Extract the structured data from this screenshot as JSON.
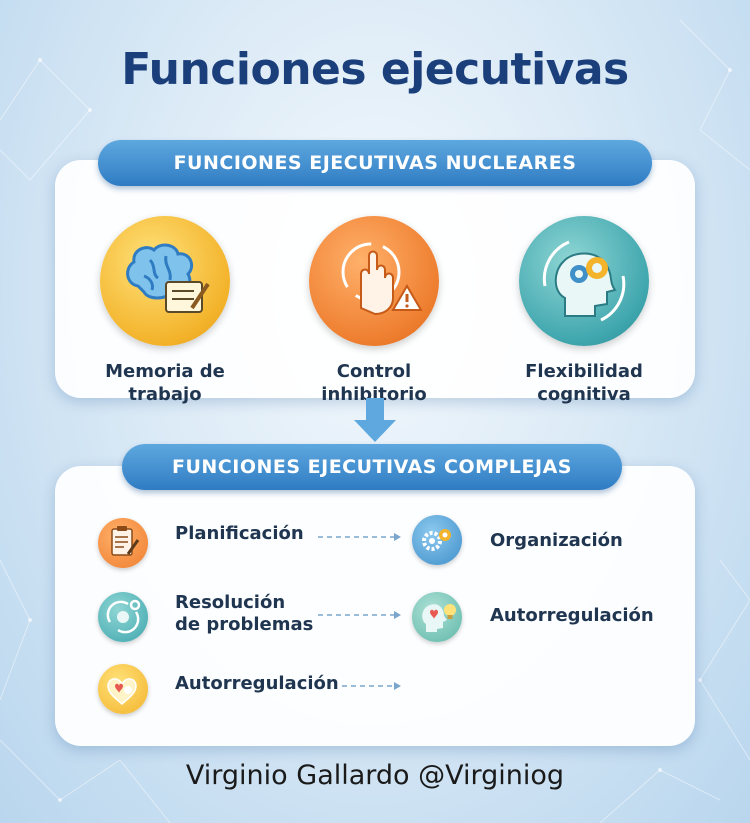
{
  "title": "Funciones ejecutivas",
  "core": {
    "header": "FUNCIONES EJECUTIVAS NUCLEARES",
    "items": [
      {
        "label_line1": "Memoria de",
        "label_line2": "trabajo",
        "icon": "brain-notes-icon",
        "color": "#f3b32b"
      },
      {
        "label_line1": "Control",
        "label_line2": "inhibitorio",
        "icon": "stop-hand-icon",
        "color": "#ee7e2f"
      },
      {
        "label_line1": "Flexibilidad",
        "label_line2": "cognitiva",
        "icon": "head-gears-icon",
        "color": "#3fa6ae"
      }
    ]
  },
  "complex": {
    "header": "FUNCIONES EJECUTIVAS COMPLEJAS",
    "items": [
      {
        "label_line1": "Planificación",
        "icon": "clipboard-icon",
        "color": "#ee7e2f"
      },
      {
        "label_line1": "Organización",
        "icon": "gears-icon",
        "color": "#3f9fc9"
      },
      {
        "label_line1": "Resolución",
        "label_line2": "de problemas",
        "icon": "cycle-gear-icon",
        "color": "#3fa6ae"
      },
      {
        "label_line1": "Autorregulación",
        "icon": "head-bulb-icon",
        "color": "#5fb8a8"
      },
      {
        "label_line1": "Autorregulación",
        "icon": "heart-bulb-icon",
        "color": "#f3b32b"
      }
    ]
  },
  "credit": "Virginio Gallardo @Virginiog"
}
